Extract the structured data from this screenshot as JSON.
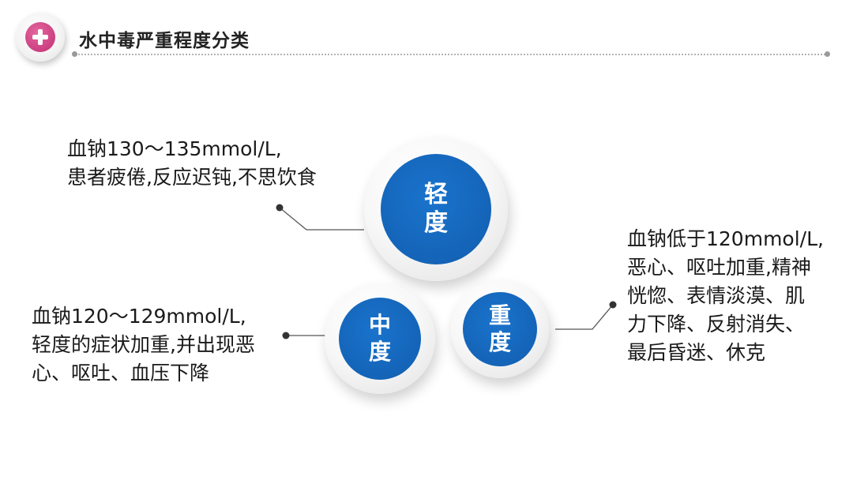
{
  "header": {
    "title": "水中毒严重程度分类",
    "logo_icon": "plus-icon",
    "logo_color": "#cc3f80"
  },
  "levels": {
    "mild": {
      "label": "轻\n度",
      "lines": [
        "血钠130～135mmol/L,",
        "患者疲倦,反应迟钝,不思饮食"
      ]
    },
    "moderate": {
      "label": "中\n度",
      "lines": [
        "血钠120～129mmol/L,",
        "轻度的症状加重,并出现恶",
        "心、呕吐、血压下降"
      ]
    },
    "severe": {
      "label": "重\n度",
      "lines": [
        "血钠低于120mmol/L,",
        "恶心、呕吐加重,精神",
        "恍惚、表情淡漠、肌",
        "力下降、反射消失、",
        "最后昏迷、休克"
      ]
    }
  },
  "colors": {
    "disc_blue": "#1464b8",
    "connector": "#555555"
  }
}
